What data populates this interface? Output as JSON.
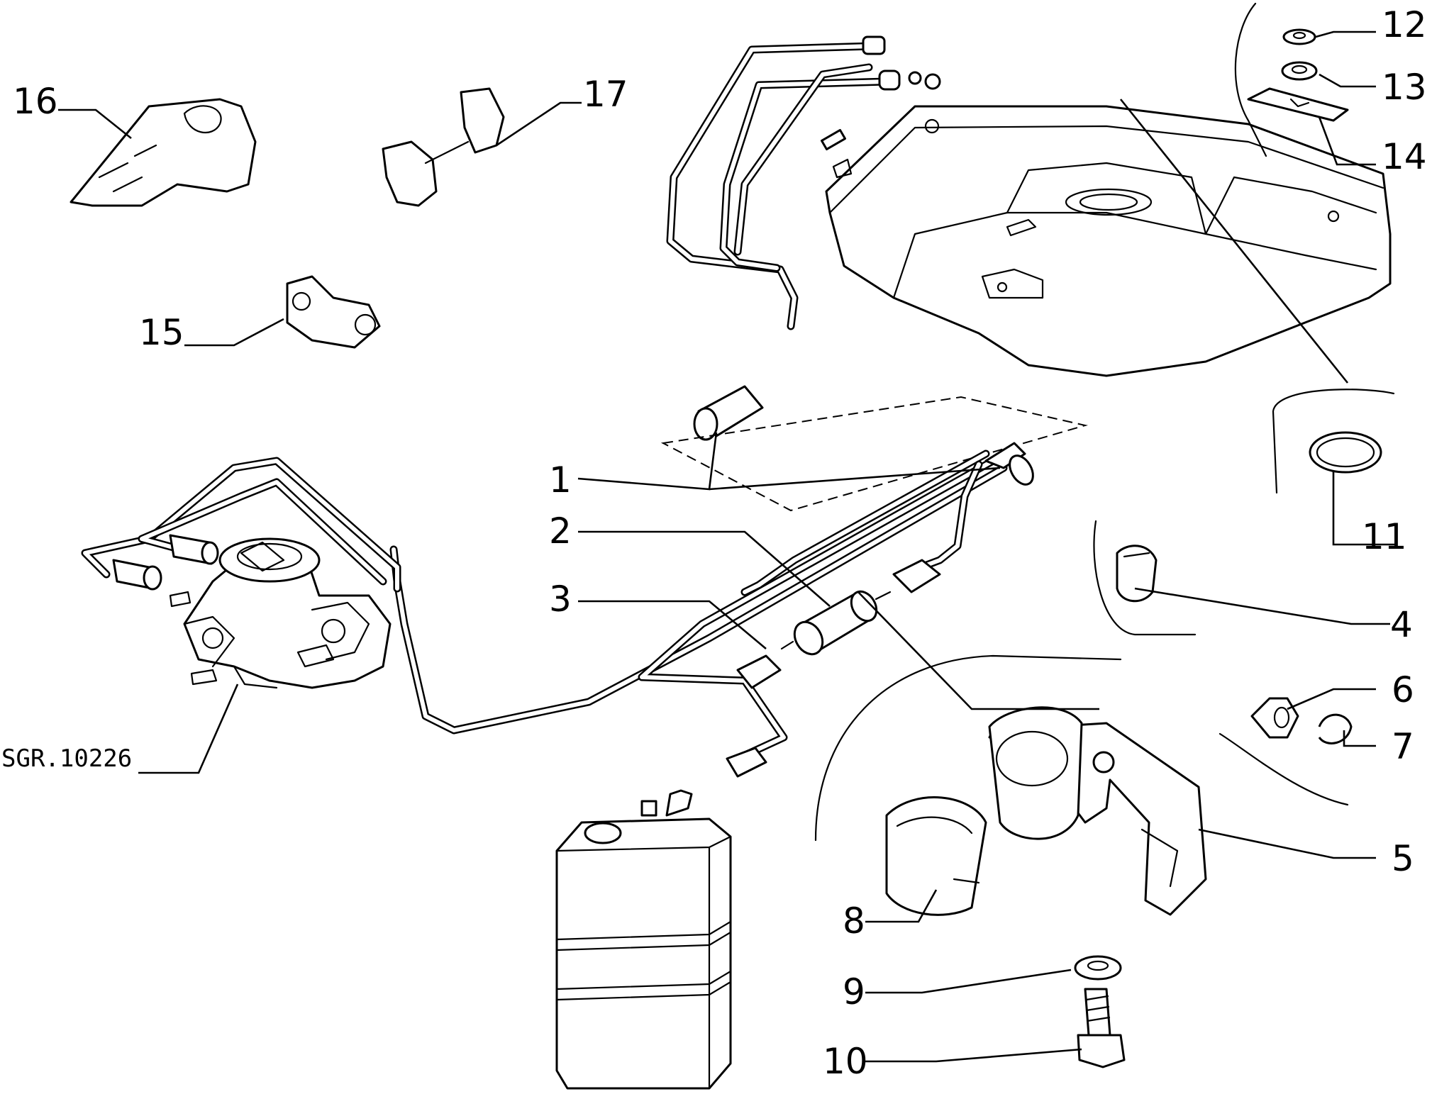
{
  "diagram": {
    "reference_code": "SGR.10226",
    "callouts": [
      "1",
      "2",
      "3",
      "4",
      "5",
      "6",
      "7",
      "8",
      "9",
      "10",
      "11",
      "12",
      "13",
      "14",
      "15",
      "16",
      "17"
    ]
  }
}
